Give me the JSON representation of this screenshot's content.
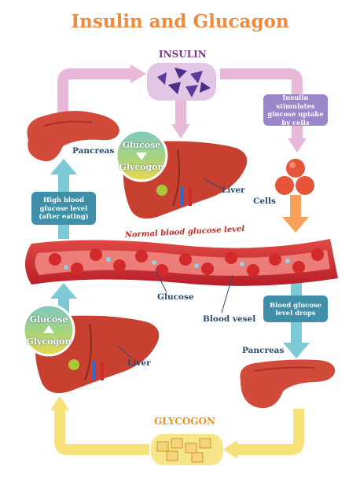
{
  "title": "Insulin and Glucagon",
  "labels": {
    "insulin": "INSULIN",
    "glycogon": "GLYCOGON",
    "pancreas_top": "Pancreas",
    "pancreas_bottom": "Pancreas",
    "liver_top": "Liver",
    "liver_bottom": "Liver",
    "cells": "Cells",
    "glucose": "Glucose",
    "blood_vessel": "Blood vesel",
    "normal_level": "Normal blood glucose level"
  },
  "boxes": {
    "insulin_stimulates": "Insulin stimulates glucose uptake by cells",
    "high_glucose": "High blood glucose level (after eating)",
    "level_drops": "Blood glucose level drops"
  },
  "circles": {
    "top": {
      "from": "Glucose",
      "to": "Glycogon"
    },
    "bottom": {
      "from": "Glucose",
      "to": "Glycogon"
    }
  },
  "colors": {
    "title": "#f08a3c",
    "insulin_pathway": "#e8b8d8",
    "glycogon_pathway": "#f7e27a",
    "teal_arrow": "#7ec9d6",
    "orange_arrow": "#f5a15a",
    "blood": "#c8232c",
    "liver": "#c8402f"
  },
  "icons": [
    "pancreas-organ",
    "liver-organ",
    "insulin-crystal",
    "glycogen-crystal",
    "red-blood-cell",
    "glucose-dot",
    "cells-cluster"
  ]
}
